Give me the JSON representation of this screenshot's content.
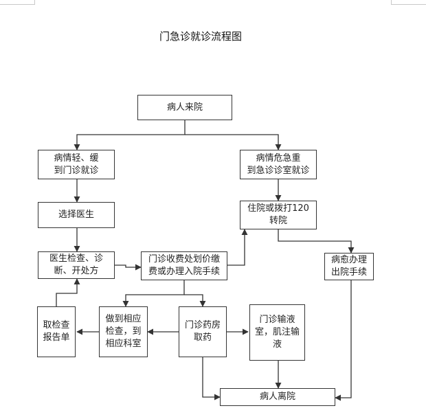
{
  "title": "门急诊就诊流程图",
  "nodes": {
    "arrival": "病人来院",
    "mild": "病情轻、缓\n到门诊就诊",
    "critical": "病情危急重\n到急诊诊室就诊",
    "choose_doctor": "选择医生",
    "hospitalize": "住院或拨打120\n转院",
    "doctor_exam": "医生检查、诊\n断、开处方",
    "billing": "门诊收费处划价缴\n费或办理入院手续",
    "recovered": "病愈办理\n出院手续",
    "report": "取检查\n报告单",
    "tests": "做到相应\n检查，到\n相应科室",
    "pharmacy": "门诊药房\n取药",
    "infusion": "门诊输液\n室，肌注输\n液",
    "leave": "病人离院"
  }
}
